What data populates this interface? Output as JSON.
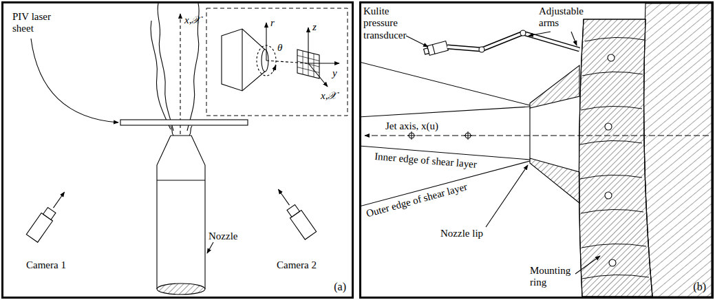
{
  "diagram": {
    "nodes": [
      {
        "text": [
          "(a)"
        ]
      },
      {
        "text": [
          "(b)"
        ]
      }
    ],
    "labels": [
      "PIV laser sheet",
      "x,𝒳",
      "r",
      "θ",
      "z",
      "y",
      "x,𝒳",
      "Camera 1",
      "Camera 2",
      "Nozzle",
      "Kulite pressure transducer",
      "Adjustable arms",
      "Jet axis, x(u)",
      "Inner edge of shear layer",
      "Outer edge of shear layer",
      "Nozzle lip",
      "Mounting ring"
    ]
  }
}
